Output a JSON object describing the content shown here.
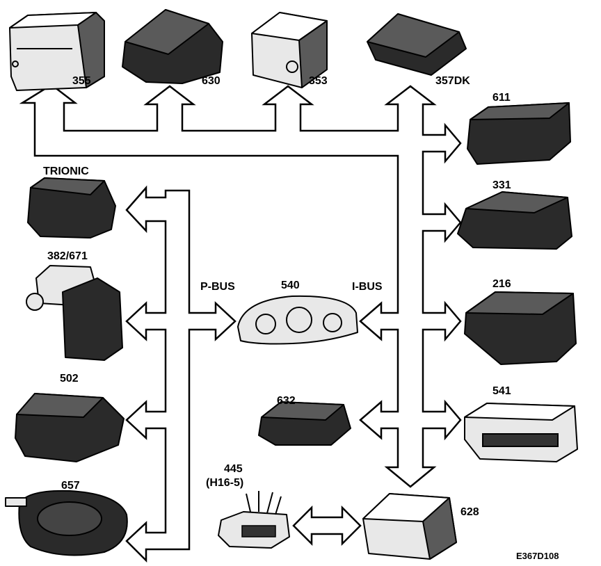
{
  "diagram": {
    "reference": "E367D108",
    "buses": {
      "p_bus": "P-BUS",
      "i_bus": "I-BUS"
    },
    "modules": {
      "m355": "355",
      "m630": "630",
      "m353": "353",
      "m357dk": "357DK",
      "m611": "611",
      "m331": "331",
      "m216": "216",
      "m541": "541",
      "m628": "628",
      "m632": "632",
      "m445": "445",
      "m445_sub": "(H16-5)",
      "m540": "540",
      "trionic": "TRIONIC",
      "m382": "382/671",
      "m502": "502",
      "m657": "657"
    }
  }
}
